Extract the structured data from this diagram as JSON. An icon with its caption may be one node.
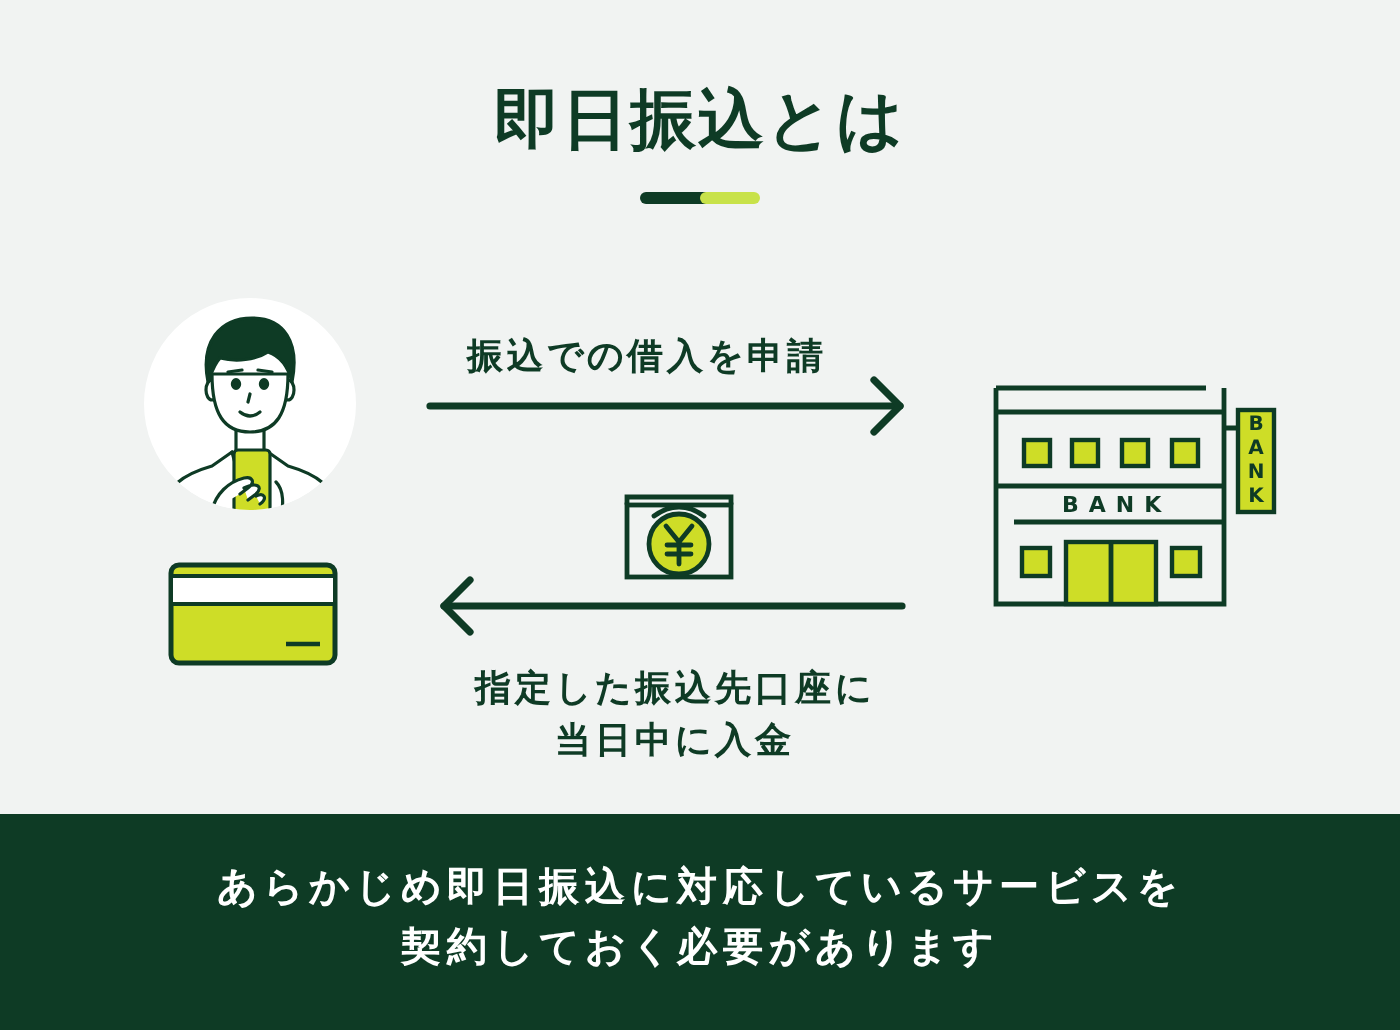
{
  "diagram": {
    "title": "即日振込とは",
    "nodes": [
      {
        "text": [],
        "shape": "person"
      },
      {
        "text": [],
        "shape": "picture"
      },
      {
        "text": [
          "BANK",
          "BANK"
        ]
      },
      {
        "text": [
          "あらかじめ即日振込に対応しているサービスを契約しておく必要があります"
        ]
      }
    ],
    "edges": [
      {
        "from": 0,
        "to": 2,
        "arrow": "to",
        "label": "振込での借入を申請"
      },
      {
        "from": 2,
        "to": 1,
        "arrow": "to",
        "label": "指定した振込先口座に当日中に入金"
      }
    ]
  }
}
